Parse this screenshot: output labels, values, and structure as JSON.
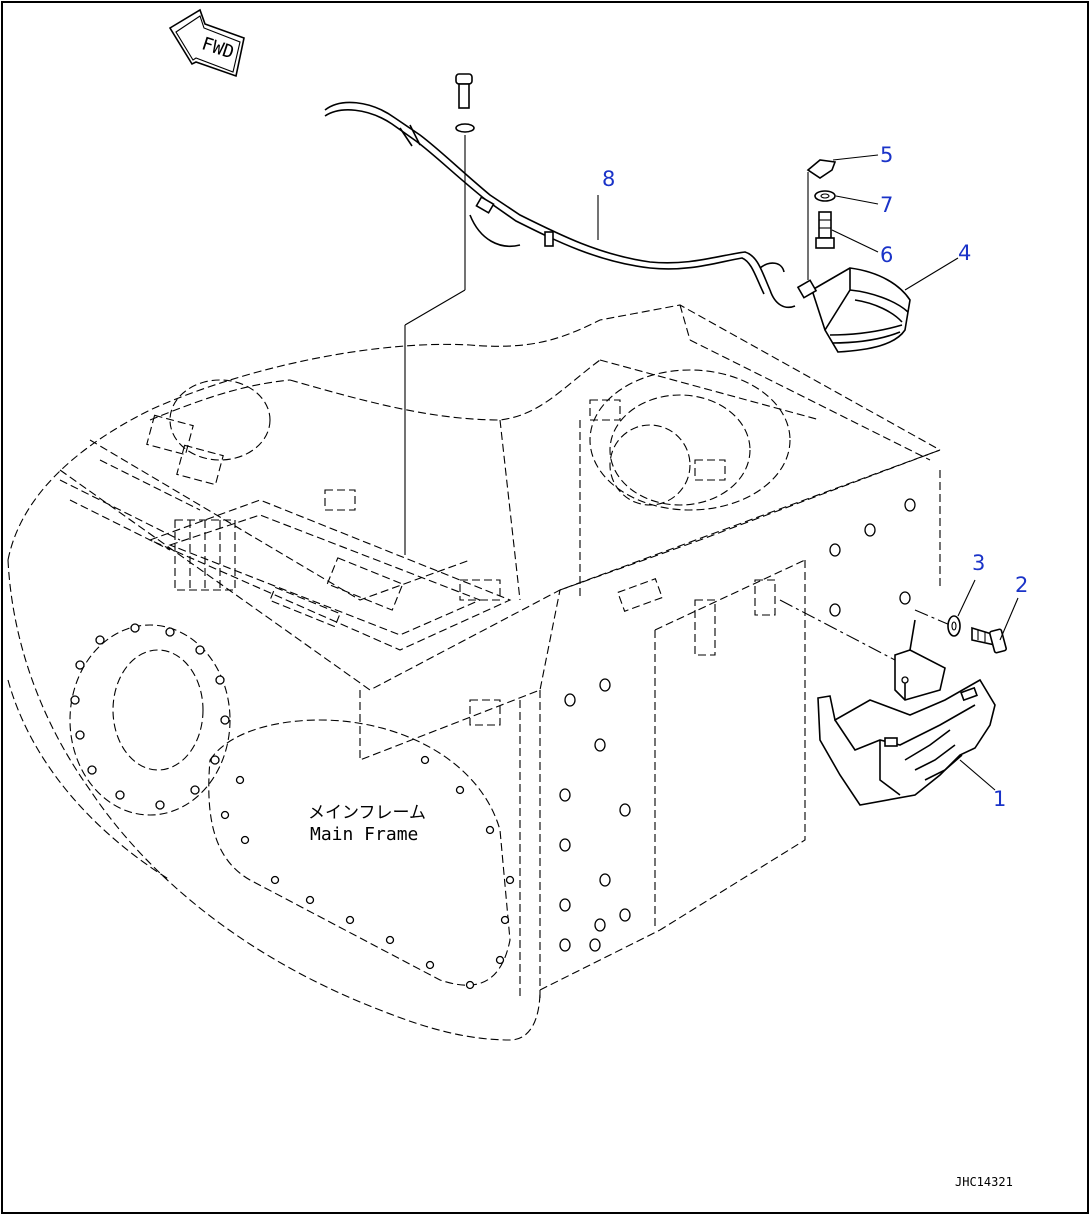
{
  "direction_arrow": {
    "label": "FWD"
  },
  "frame_label": {
    "jp": "メインフレーム",
    "en": "Main Frame"
  },
  "callouts": [
    "1",
    "2",
    "3",
    "4",
    "5",
    "6",
    "7",
    "8"
  ],
  "drawing_id": "JHC14321",
  "colors": {
    "callout": "#1a33c8",
    "line": "#000000",
    "background": "#ffffff"
  }
}
